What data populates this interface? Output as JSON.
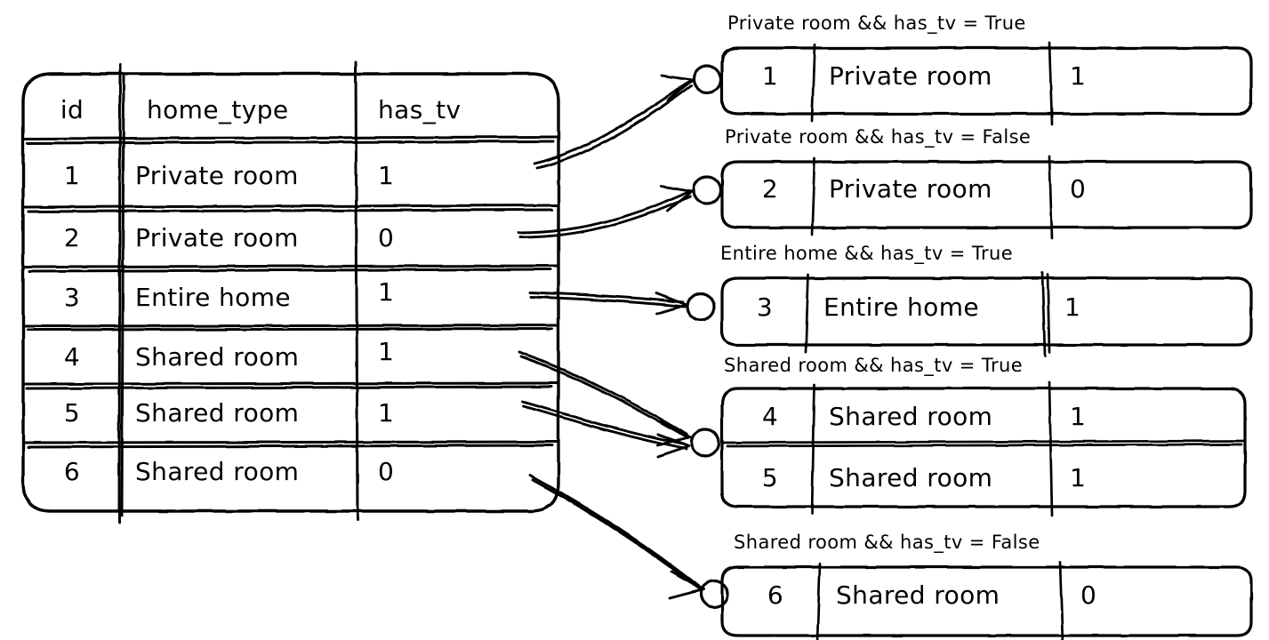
{
  "diagram": {
    "title": "groupby-two-columns-diagram",
    "style": "hand-drawn-sketch",
    "stroke_color": "#000000",
    "background_color": "#ffffff"
  },
  "source_table": {
    "name": "source-table",
    "columns": [
      "id",
      "home_type",
      "has_tv"
    ],
    "rows": [
      {
        "id": "1",
        "home_type": "Private room",
        "has_tv": "1"
      },
      {
        "id": "2",
        "home_type": "Private room",
        "has_tv": "0"
      },
      {
        "id": "3",
        "home_type": "Entire home",
        "has_tv": "1"
      },
      {
        "id": "4",
        "home_type": "Shared room",
        "has_tv": "1"
      },
      {
        "id": "5",
        "home_type": "Shared room",
        "has_tv": "1"
      },
      {
        "id": "6",
        "home_type": "Shared room",
        "has_tv": "0"
      }
    ]
  },
  "groups": [
    {
      "label": "Private room && has_tv = True",
      "rows": [
        {
          "id": "1",
          "home_type": "Private room",
          "has_tv": "1"
        }
      ]
    },
    {
      "label": "Private room && has_tv = False",
      "rows": [
        {
          "id": "2",
          "home_type": "Private room",
          "has_tv": "0"
        }
      ]
    },
    {
      "label": "Entire home && has_tv = True",
      "rows": [
        {
          "id": "3",
          "home_type": "Entire home",
          "has_tv": "1"
        }
      ]
    },
    {
      "label": "Shared room && has_tv = True",
      "rows": [
        {
          "id": "4",
          "home_type": "Shared room",
          "has_tv": "1"
        },
        {
          "id": "5",
          "home_type": "Shared room",
          "has_tv": "1"
        }
      ]
    },
    {
      "label": "Shared room && has_tv = False",
      "rows": [
        {
          "id": "6",
          "home_type": "Shared room",
          "has_tv": "0"
        }
      ]
    }
  ],
  "connectors": [
    {
      "name": "arrow-row-1-to-group-1",
      "from_row": "1",
      "to_group": "Private room && has_tv = True"
    },
    {
      "name": "arrow-row-2-to-group-2",
      "from_row": "2",
      "to_group": "Private room && has_tv = False"
    },
    {
      "name": "arrow-row-3-to-group-3",
      "from_row": "3",
      "to_group": "Entire home && has_tv = True"
    },
    {
      "name": "arrow-row-4-to-group-4",
      "from_row": "4",
      "to_group": "Shared room && has_tv = True"
    },
    {
      "name": "arrow-row-5-to-group-4",
      "from_row": "5",
      "to_group": "Shared room && has_tv = True"
    },
    {
      "name": "arrow-row-6-to-group-5",
      "from_row": "6",
      "to_group": "Shared room && has_tv = False"
    }
  ]
}
